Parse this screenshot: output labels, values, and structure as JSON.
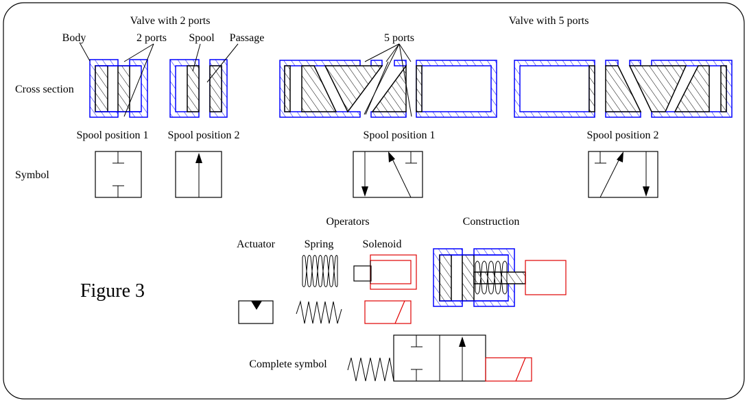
{
  "figure": {
    "caption": "Figure 3",
    "row_labels": {
      "cross_section": "Cross section",
      "symbol": "Symbol"
    },
    "two_port_valve": {
      "title": "Valve with 2 ports",
      "callouts": {
        "body": "Body",
        "ports": "2 ports",
        "spool": "Spool",
        "passage": "Passage"
      },
      "positions": [
        "Spool position 1",
        "Spool position 2"
      ],
      "symbols": [
        {
          "position": "Spool position 1",
          "state": "blocked"
        },
        {
          "position": "Spool position 2",
          "state": "flow-up"
        }
      ]
    },
    "five_port_valve": {
      "title": "Valve with 5 ports",
      "callouts": {
        "ports": "5 ports"
      },
      "positions": [
        "Spool position 1",
        "Spool position 2"
      ],
      "symbols": [
        {
          "position": "Spool position 1",
          "state": "down-left, diagonal-up, blocked-right"
        },
        {
          "position": "Spool position 2",
          "state": "blocked-left, diagonal-up, down-right"
        }
      ]
    },
    "operators": {
      "title": "Operators",
      "items": [
        "Actuator",
        "Spring",
        "Solenoid"
      ]
    },
    "construction": {
      "title": "Construction"
    },
    "complete_symbol": {
      "label": "Complete symbol"
    },
    "colors": {
      "body": "#0000ff",
      "solenoid": "#e00000",
      "line": "#000000"
    }
  }
}
